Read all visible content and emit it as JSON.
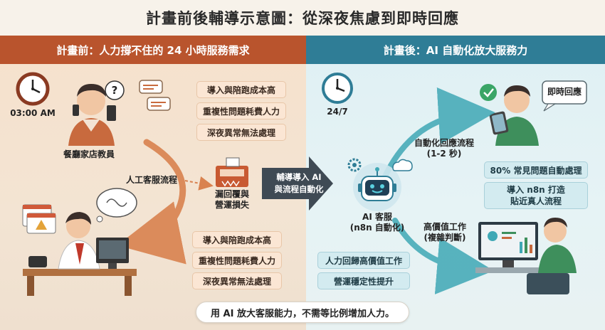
{
  "title": "計畫前後輔導示意圖：從深夜焦慮到即時回應",
  "left": {
    "header": "計畫前：人力撐不住的 24 小時服務需求",
    "clock_time": "03:00 AM",
    "worker_label": "餐廳家店教員",
    "pain_top": [
      "導入與陪跑成本高",
      "重複性問題耗費人力",
      "深夜異常無法處理"
    ],
    "flow_label": "人工客服流程",
    "loss_label_1": "漏回覆與",
    "loss_label_2": "營運損失",
    "pain_bottom": [
      "導入與陪跑成本高",
      "重複性問題耗費人力",
      "深夜異常無法處理"
    ]
  },
  "middle": {
    "arrow_line1": "輔導導入 AI",
    "arrow_line2": "與流程自動化"
  },
  "right": {
    "header": "計畫後：AI 自動化放大服務力",
    "clock_time": "24/7",
    "speech": "即時回應",
    "auto_flow_1": "自動化回應流程",
    "auto_flow_2": "(1-2 秒)",
    "ai_label_1": "AI 客服",
    "ai_label_2": "(n8n 自動化)",
    "stat_pill": "80% 常見問題自動處理",
    "n8n_line1": "導入 n8n 打造",
    "n8n_line2": "貼近真人流程",
    "high_value_1": "高價值工作",
    "high_value_2": "(複雜判斷)",
    "benefits": [
      "人力回歸高價值工作",
      "營運穩定性提升"
    ]
  },
  "bottom_banner": "用 AI 放大客服能力，不需等比例增加人力。",
  "colors": {
    "warm_header": "#b9542d",
    "cool_header": "#2f7d96",
    "center_arrow": "#3f4a54",
    "warm_arrow": "#d9824f",
    "cool_arrow": "#3fa8b5"
  }
}
